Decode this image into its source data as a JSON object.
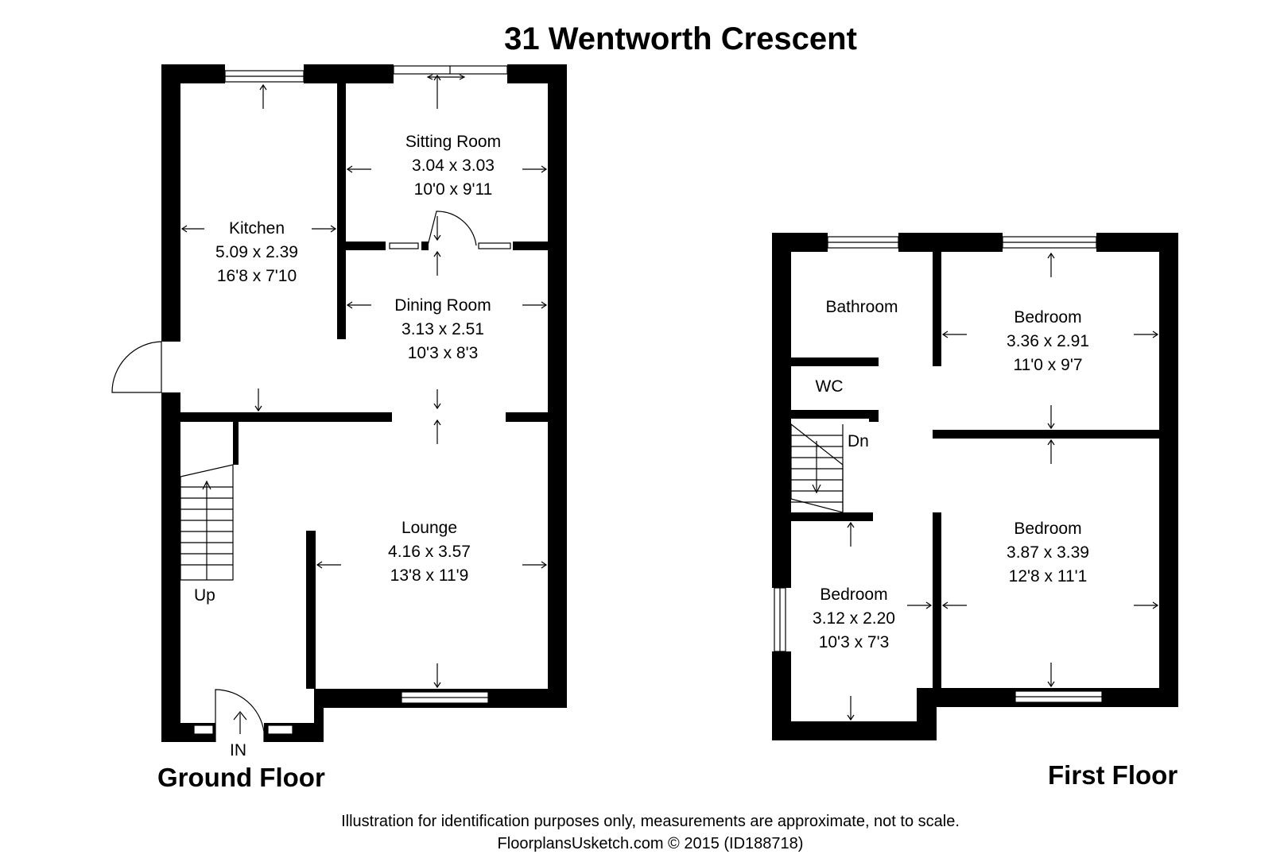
{
  "title": "31 Wentworth Crescent",
  "floors": {
    "ground": "Ground Floor",
    "first": "First Floor"
  },
  "rooms": {
    "kitchen": {
      "name": "Kitchen",
      "metric": "5.09 x 2.39",
      "imperial": "16'8 x 7'10"
    },
    "sitting_room": {
      "name": "Sitting Room",
      "metric": "3.04 x 3.03",
      "imperial": "10'0 x 9'11"
    },
    "dining_room": {
      "name": "Dining Room",
      "metric": "3.13 x 2.51",
      "imperial": "10'3 x 8'3"
    },
    "lounge": {
      "name": "Lounge",
      "metric": "4.16 x 3.57",
      "imperial": "13'8 x 11'9"
    },
    "bathroom": {
      "name": "Bathroom"
    },
    "wc": {
      "name": "WC"
    },
    "bedroom_1": {
      "name": "Bedroom",
      "metric": "3.36 x 2.91",
      "imperial": "11'0 x 9'7"
    },
    "bedroom_2": {
      "name": "Bedroom",
      "metric": "3.87 x 3.39",
      "imperial": "12'8 x 11'1"
    },
    "bedroom_3": {
      "name": "Bedroom",
      "metric": "3.12 x 2.20",
      "imperial": "10'3 x 7'3"
    }
  },
  "labels": {
    "up": "Up",
    "dn": "Dn",
    "entrance": "IN"
  },
  "disclaimer": {
    "line1": "Illustration for identification purposes only, measurements are approximate, not to scale.",
    "line2": "FloorplansUsketch.com © 2015 (ID188718)"
  }
}
